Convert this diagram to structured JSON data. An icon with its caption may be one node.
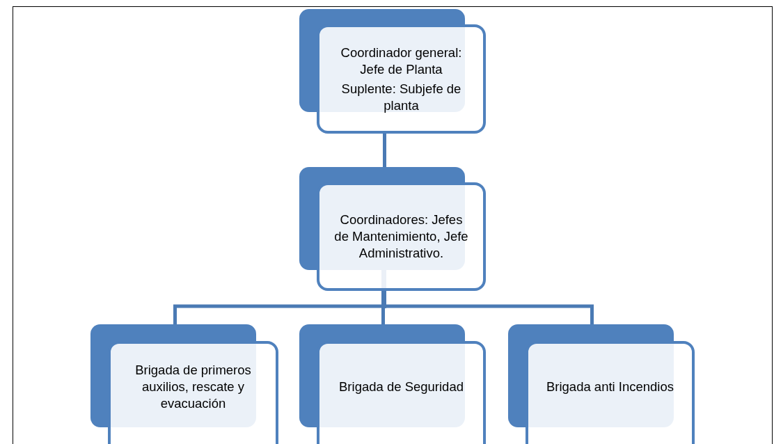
{
  "diagram": {
    "nodes": [
      {
        "text": [
          "Coordinador general: Jefe de Planta",
          "Suplente: Subjefe de planta"
        ]
      },
      {
        "text": [
          "Coordinadores: Jefes de Mantenimiento, Jefe Administrativo."
        ]
      },
      {
        "text": [
          "Brigada de primeros auxilios, rescate y evacuación"
        ]
      },
      {
        "text": [
          "Brigada de Seguridad"
        ]
      },
      {
        "text": [
          "Brigada anti Incendios"
        ]
      }
    ],
    "edges": [
      {
        "from": 0,
        "to": 1,
        "arrow": "none"
      },
      {
        "from": 1,
        "to": 2,
        "arrow": "none"
      },
      {
        "from": 1,
        "to": 3,
        "arrow": "none"
      },
      {
        "from": 1,
        "to": 4,
        "arrow": "none"
      }
    ]
  }
}
